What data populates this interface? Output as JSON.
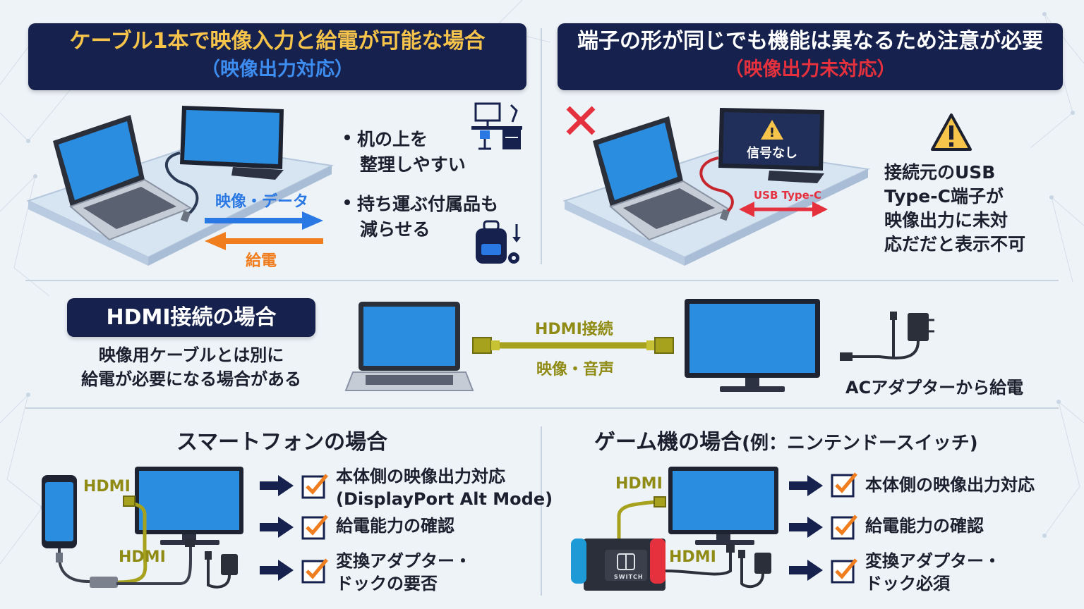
{
  "colors": {
    "navy": "#16224d",
    "yellow": "#f6c44a",
    "blue": "#2a78e4",
    "orange": "#f07d1e",
    "red": "#e5313d",
    "olive": "#a6a21e",
    "screen": "#2a8de0"
  },
  "top_left": {
    "title_line1": "ケーブル1本で映像入力と給電が可能な場合",
    "title_line2": "（映像出力対応）",
    "arrow_video_label": "映像・データ",
    "arrow_power_label": "給電",
    "bullet1_line1": "机の上を",
    "bullet1_line2": "整理しやすい",
    "bullet2_line1": "持ち運ぶ付属品も",
    "bullet2_line2": "減らせる",
    "icons": [
      "desk-icon",
      "backpack-icon"
    ]
  },
  "top_right": {
    "title_line1": "端子の形が同じでも機能は異なるため注意が必要",
    "title_line2": "（映像出力未対応）",
    "no_signal": "信号なし",
    "cable_label": "USB Type-C",
    "note_lines": [
      "接続元のUSB",
      "Type-C端子が",
      "映像出力に未対",
      "応だだと表示不可"
    ],
    "icons": [
      "x-mark-icon",
      "warning-icon"
    ]
  },
  "hdmi": {
    "title": "HDMI接続の場合",
    "desc_line1": "映像用ケーブルとは別に",
    "desc_line2": "給電が必要になる場合がある",
    "cable_label_top": "HDMI接続",
    "cable_label_bottom": "映像・音声",
    "adapter_label": "ACアダプターから給電"
  },
  "smartphone": {
    "title": "スマートフォンの場合",
    "hdmi_label1": "HDMI",
    "hdmi_label2": "HDMI",
    "checks": [
      {
        "line1": "本体側の映像出力対応",
        "line2": "(DisplayPort Alt Mode)"
      },
      {
        "line1": "給電能力の確認",
        "line2": ""
      },
      {
        "line1": "変換アダプター・",
        "line2": "ドックの要否"
      }
    ]
  },
  "game": {
    "title": "ゲーム機の場合",
    "title_sub": "(例：ニンテンドースイッチ)",
    "hdmi_label1": "HDMI",
    "hdmi_label2": "HDMI",
    "switch_logo": "SWITCH",
    "checks": [
      {
        "line1": "本体側の映像出力対応",
        "line2": ""
      },
      {
        "line1": "給電能力の確認",
        "line2": ""
      },
      {
        "line1": "変換アダプター・",
        "line2": "ドック必須"
      }
    ]
  }
}
